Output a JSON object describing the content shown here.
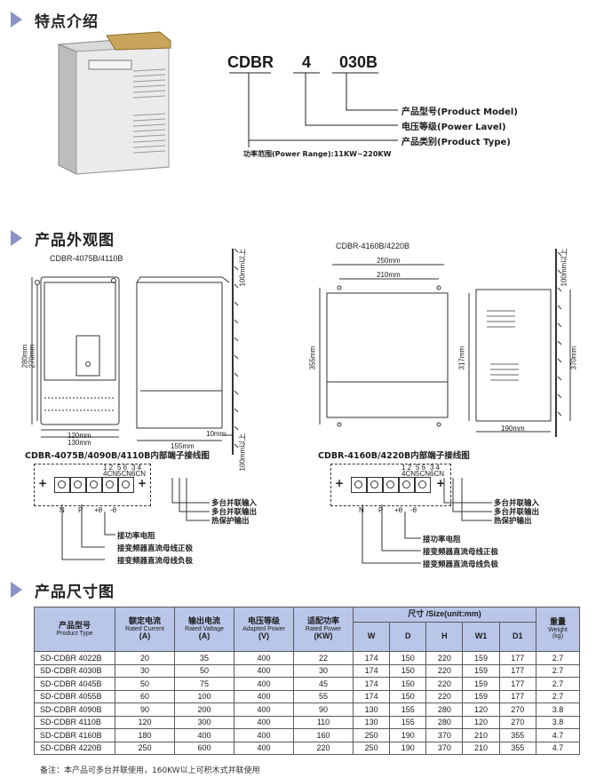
{
  "sections": {
    "features": "特点介绍",
    "appearance": "产品外观图",
    "dimensions": "产品尺寸图"
  },
  "model_code": {
    "part1": "CDBR",
    "part2": "4",
    "part3": "030B",
    "label_model": "产品型号(Product Model)",
    "label_level": "电压等级(Power Lavel)",
    "label_type": "产品类别(Product Type)",
    "label_range": "功率范围(Power Range):11KW~220KW"
  },
  "appearance": {
    "left_title": "CDBR-4075B/4110B",
    "right_title": "CDBR-4160B/4220B",
    "left_dims": {
      "w1": "120mm",
      "w2": "130mm",
      "h1": "280mm",
      "h2": "270mm",
      "depth": "155mm",
      "gap": "10mm",
      "top": "100mm以上",
      "bottom": "100mm以上"
    },
    "right_dims": {
      "w1": "250mm",
      "w2": "210mm",
      "h1": "355mm",
      "h2": "317mm",
      "h3": "370mm",
      "depth": "190mm",
      "top": "100mm以上"
    },
    "left_terminal_title": "CDBR-4075B/4090B/4110B内部端子接线图",
    "right_terminal_title": "CDBR-4160B/4220B内部端子接线图",
    "cn_labels": [
      "1 2",
      "4CN",
      "5 6",
      "5CN",
      "3 4",
      "6CN"
    ],
    "terminal_marks": [
      "N",
      "P",
      "+θ",
      "-θ"
    ],
    "side_labels": [
      "多台并联输入",
      "多台并联输出",
      "热保护输出"
    ],
    "bottom_labels": [
      "接功率电阻",
      "接变频器直流母线正极",
      "接变频器直流母线负极"
    ]
  },
  "table": {
    "header": {
      "model_cn": "产品型号",
      "model_en": "Product Type",
      "current_cn": "额定电流",
      "current_en": "Rated Current",
      "current_unit": "(A)",
      "out_cn": "输出电流",
      "out_en": "Rated Valtage",
      "out_unit": "(A)",
      "volt_cn": "电压等级",
      "volt_en": "Adapted Power",
      "volt_unit": "(V)",
      "power_cn": "适配功率",
      "power_en": "Rated Power",
      "power_unit": "(KW)",
      "size": "尺寸 /Size(unit:mm)",
      "w": "W",
      "d": "D",
      "h": "H",
      "w1": "W1",
      "d1": "D1",
      "weight_cn": "重量",
      "weight_en": "Weight",
      "weight_unit": "(kg)"
    },
    "rows": [
      [
        "SD-CDBR 4022B",
        "20",
        "35",
        "400",
        "22",
        "174",
        "150",
        "220",
        "159",
        "177",
        "2.7"
      ],
      [
        "SD-CDBR 4030B",
        "30",
        "50",
        "400",
        "30",
        "174",
        "150",
        "220",
        "159",
        "177",
        "2.7"
      ],
      [
        "SD-CDBR 4045B",
        "50",
        "75",
        "400",
        "45",
        "174",
        "150",
        "220",
        "159",
        "177",
        "2.7"
      ],
      [
        "SD-CDBR 4055B",
        "60",
        "100",
        "400",
        "55",
        "174",
        "150",
        "220",
        "159",
        "177",
        "2.7"
      ],
      [
        "SD-CDBR 4090B",
        "90",
        "200",
        "400",
        "90",
        "130",
        "155",
        "280",
        "120",
        "270",
        "3.8"
      ],
      [
        "SD-CDBR 4110B",
        "120",
        "300",
        "400",
        "110",
        "130",
        "155",
        "280",
        "120",
        "270",
        "3.8"
      ],
      [
        "SD-CDBR 4160B",
        "180",
        "400",
        "400",
        "160",
        "250",
        "190",
        "370",
        "210",
        "355",
        "4.7"
      ],
      [
        "SD-CDBR 4220B",
        "250",
        "600",
        "400",
        "220",
        "250",
        "190",
        "370",
        "210",
        "355",
        "4.7"
      ]
    ],
    "note": "备注：本产品可多台并联使用，160KW以上可积木式并联使用"
  },
  "colors": {
    "header_bg": "#b9c6e8",
    "triangle": "#8c93c4"
  }
}
